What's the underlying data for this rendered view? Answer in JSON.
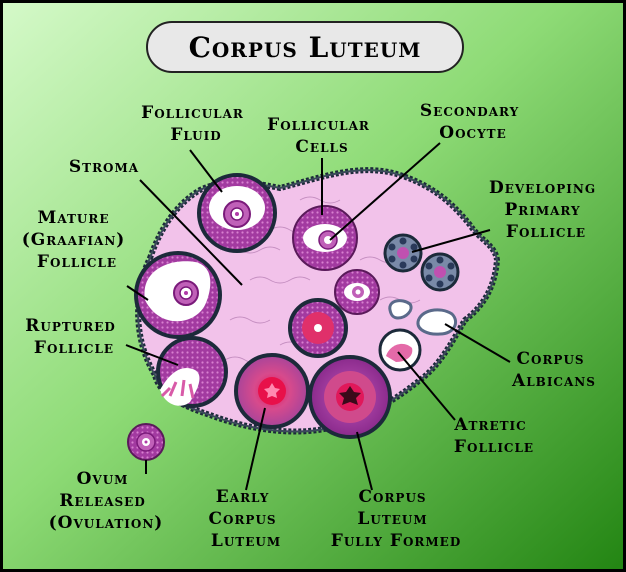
{
  "title": "Corpus Luteum",
  "labels": {
    "follicular_fluid": [
      "Follicular",
      "Fluid"
    ],
    "follicular_cells": [
      "Follicular",
      "Cells"
    ],
    "secondary_oocyte": [
      "Secondary",
      "Oocyte"
    ],
    "stroma": [
      "Stroma"
    ],
    "developing_primary_follicle": [
      "Developing",
      "Primary",
      "Follicle"
    ],
    "mature_follicle": [
      "Mature",
      "(Graafian)",
      "Follicle"
    ],
    "ruptured_follicle": [
      "Ruptured",
      "Follicle"
    ],
    "corpus_albicans": [
      "Corpus",
      "Albicans"
    ],
    "atretic_follicle": [
      "Atretic",
      "Follicle"
    ],
    "ovum_released": [
      "Ovum",
      "Released",
      "(Ovulation)"
    ],
    "early_corpus_luteum": [
      "Early",
      "Corpus",
      "Luteum"
    ],
    "corpus_luteum_fully_formed": [
      "Corpus",
      "Luteum",
      "Fully Formed"
    ]
  },
  "colors": {
    "bg_light": "#c9f5bd",
    "bg_dark": "#2a8a16",
    "stroma": "#f0bfe8",
    "follicle_purple": "#9a2b9a",
    "luteum_red": "#d02060",
    "outline": "#1c2a3a"
  }
}
